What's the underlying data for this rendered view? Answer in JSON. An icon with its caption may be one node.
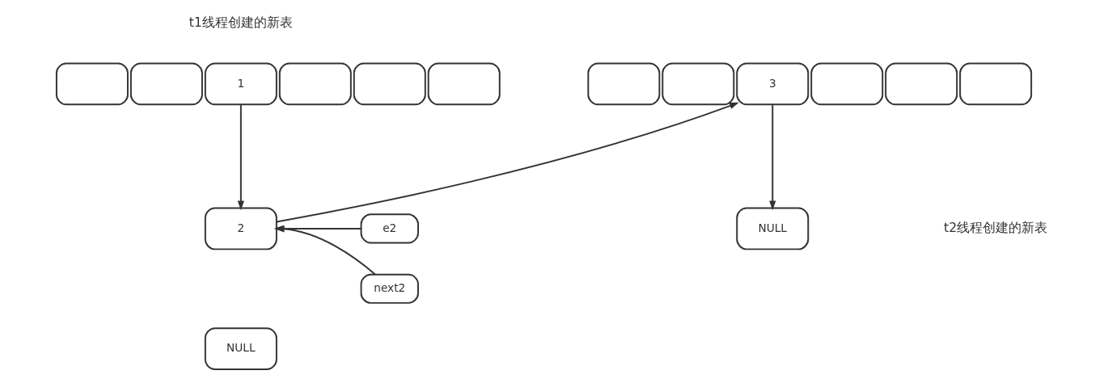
{
  "diagram": {
    "nodes": [
      {
        "text": [],
        "shape": "box"
      },
      {
        "text": [],
        "shape": "box"
      },
      {
        "text": [
          "1"
        ]
      },
      {
        "text": [],
        "shape": "box"
      },
      {
        "text": [],
        "shape": "box"
      },
      {
        "text": [],
        "shape": "box"
      },
      {
        "text": [],
        "shape": "box"
      },
      {
        "text": [],
        "shape": "box"
      },
      {
        "text": [
          "3"
        ]
      },
      {
        "text": [],
        "shape": "box"
      },
      {
        "text": [],
        "shape": "box"
      },
      {
        "text": [],
        "shape": "box"
      },
      {
        "text": [
          "2"
        ]
      },
      {
        "text": [
          "e2"
        ]
      },
      {
        "text": [
          "next2"
        ]
      },
      {
        "text": [
          "NULL"
        ]
      },
      {
        "text": [
          "NULL"
        ]
      }
    ],
    "edges": [
      {
        "from": 2,
        "to": 12,
        "arrow": "to"
      },
      {
        "from": 13,
        "to": 12,
        "arrow": "to"
      },
      {
        "from": 14,
        "to": 12,
        "arrow": "to"
      },
      {
        "from": 12,
        "to": 8,
        "arrow": "to"
      },
      {
        "from": 8,
        "to": 15,
        "arrow": "to"
      }
    ],
    "labels": [
      "t1线程创建的新表",
      "t2线程创建的新表"
    ]
  }
}
